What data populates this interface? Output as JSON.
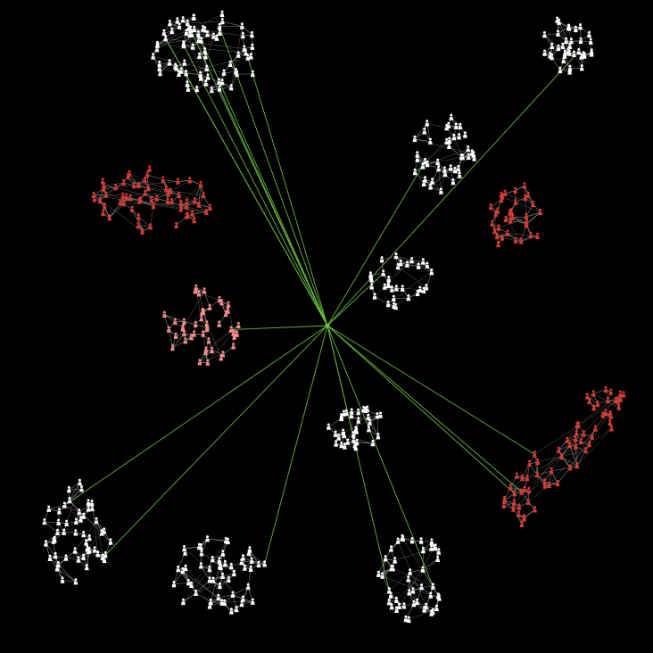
{
  "graph": {
    "background_color": "#000000",
    "hub_color": "#6abf40",
    "hub_edge_color": "#6abf40",
    "intra_edge_color": "#9a9a9a",
    "node_colors": {
      "white": "#ffffff",
      "red": "#d63a34",
      "pink": "#f08c8a"
    },
    "node_shape": "person-icon",
    "clusters": [
      {
        "id": "cluster-top-left",
        "color": "white",
        "nodes": 75,
        "hub_links": 8
      },
      {
        "id": "cluster-top-right",
        "color": "white",
        "nodes": 36,
        "hub_links": 1
      },
      {
        "id": "cluster-upper-middle",
        "color": "white",
        "nodes": 42,
        "hub_links": 1
      },
      {
        "id": "cluster-left-red",
        "color": "red",
        "nodes": 60,
        "hub_links": 0
      },
      {
        "id": "cluster-right-red",
        "color": "red",
        "nodes": 34,
        "hub_links": 0
      },
      {
        "id": "cluster-center-small",
        "color": "white",
        "nodes": 32,
        "hub_links": 1
      },
      {
        "id": "cluster-left-pink",
        "color": "pink",
        "nodes": 48,
        "hub_links": 1
      },
      {
        "id": "cluster-center-lower",
        "color": "white",
        "nodes": 34,
        "hub_links": 1
      },
      {
        "id": "cluster-right-lower-red",
        "color": "red",
        "nodes": 66,
        "hub_links": 3
      },
      {
        "id": "cluster-bottom-left",
        "color": "white",
        "nodes": 50,
        "hub_links": 2
      },
      {
        "id": "cluster-bottom-center-left",
        "color": "white",
        "nodes": 52,
        "hub_links": 1
      },
      {
        "id": "cluster-bottom-center",
        "color": "white",
        "nodes": 46,
        "hub_links": 2
      }
    ]
  }
}
